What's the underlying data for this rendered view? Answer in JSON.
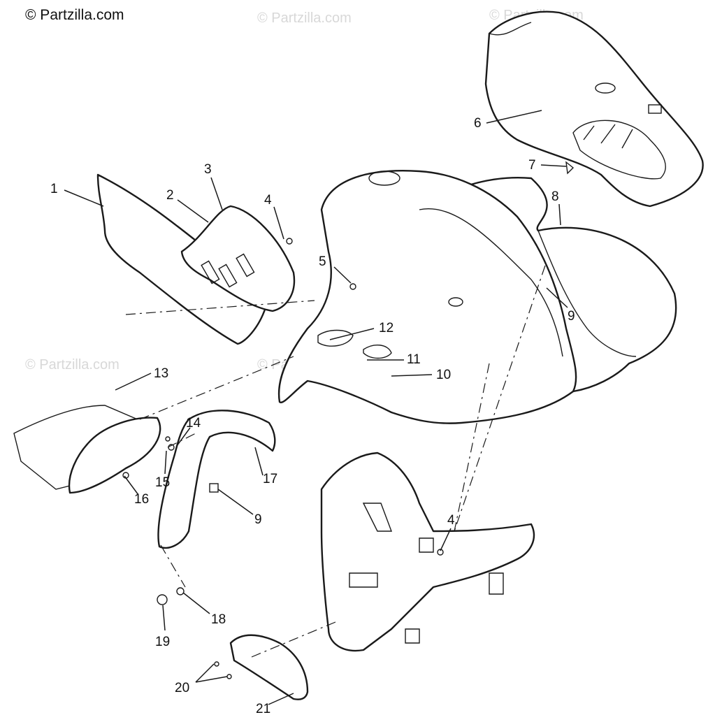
{
  "copyright": "© Partzilla.com",
  "watermark_text": "© Partzilla.com",
  "callouts": [
    {
      "id": "1",
      "label": "1"
    },
    {
      "id": "2",
      "label": "2"
    },
    {
      "id": "3",
      "label": "3"
    },
    {
      "id": "4a",
      "label": "4"
    },
    {
      "id": "5",
      "label": "5"
    },
    {
      "id": "6",
      "label": "6"
    },
    {
      "id": "7",
      "label": "7"
    },
    {
      "id": "8",
      "label": "8"
    },
    {
      "id": "9a",
      "label": "9"
    },
    {
      "id": "10",
      "label": "10"
    },
    {
      "id": "11",
      "label": "11"
    },
    {
      "id": "12",
      "label": "12"
    },
    {
      "id": "13",
      "label": "13"
    },
    {
      "id": "14",
      "label": "14"
    },
    {
      "id": "15",
      "label": "15"
    },
    {
      "id": "16",
      "label": "16"
    },
    {
      "id": "17",
      "label": "17"
    },
    {
      "id": "9b",
      "label": "9"
    },
    {
      "id": "4b",
      "label": "4"
    },
    {
      "id": "18",
      "label": "18"
    },
    {
      "id": "19",
      "label": "19"
    },
    {
      "id": "20",
      "label": "20"
    },
    {
      "id": "21",
      "label": "21"
    }
  ],
  "colors": {
    "line": "#1a1a1a",
    "watermark": "#d8d8d8",
    "background": "#ffffff"
  }
}
